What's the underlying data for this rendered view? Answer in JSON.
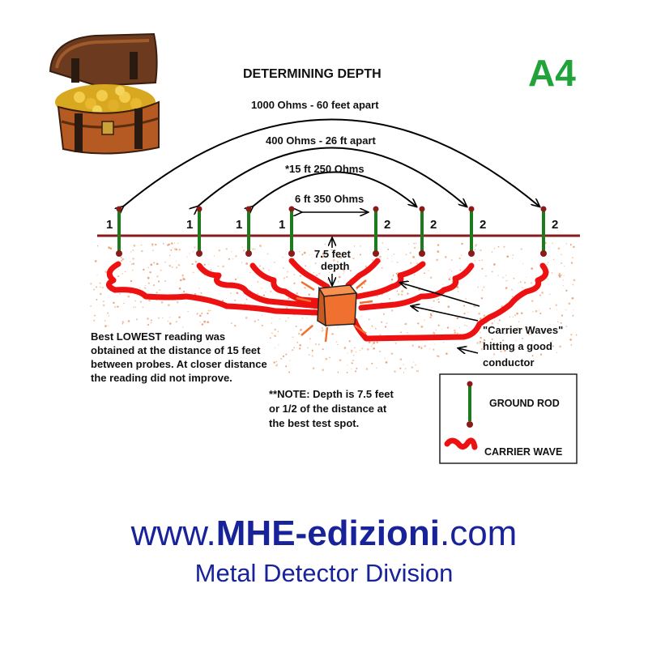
{
  "title": "DETERMINING DEPTH",
  "badge": "A4",
  "colors": {
    "badge": "#21a33a",
    "ground_line": "#8b1a1a",
    "rod": "#1d7a1d",
    "carrier_wave": "#ee1111",
    "footer": "#18239a",
    "box": "#f07030"
  },
  "arcs": [
    {
      "label": "1000 Ohms - 60 feet apart"
    },
    {
      "label": "400 Ohms - 26 ft apart"
    },
    {
      "label": "*15 ft 250 Ohms"
    },
    {
      "label": "6 ft 350 Ohms"
    }
  ],
  "probe_labels": {
    "start": "1",
    "end": "2"
  },
  "depth_label": [
    "7.5 feet",
    "depth"
  ],
  "left_note": [
    "Best LOWEST reading was",
    "obtained at the distance of 15 feet",
    "between probes. At closer distance",
    "the reading did not improve."
  ],
  "bottom_note": [
    "**NOTE: Depth is 7.5 feet",
    "or 1/2 of the distance at",
    "the best test spot."
  ],
  "carrier_note": [
    "\"Carrier Waves\"",
    "hitting a good",
    "conductor"
  ],
  "legend": {
    "ground_rod": "GROUND ROD",
    "carrier_wave": "CARRIER WAVE"
  },
  "footer": {
    "url_prefix": "www.",
    "url_brand": "MHE-edizioni",
    "url_suffix": ".com",
    "subtitle": "Metal Detector Division"
  },
  "icons": {
    "treasure_chest": "treasure-chest-icon"
  }
}
